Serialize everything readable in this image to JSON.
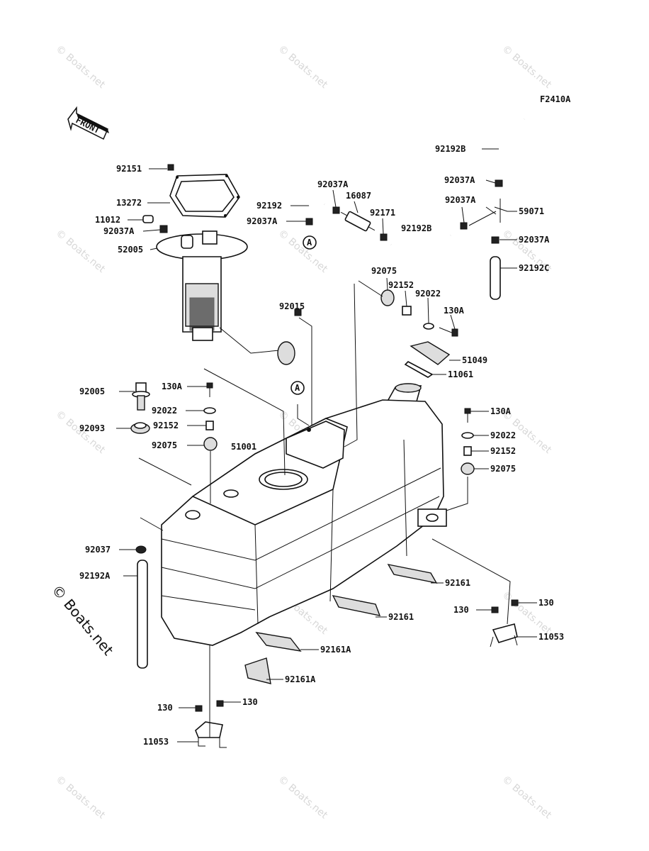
{
  "figure_code": "F2410A",
  "front_label": "FRONT",
  "watermark_text": "© Boats.net",
  "side_watermark": "© Boats.net",
  "callouts": [
    {
      "id": "92192B",
      "text": "92192B"
    },
    {
      "id": "92037A-a",
      "text": "92037A"
    },
    {
      "id": "92037A-b",
      "text": "92037A"
    },
    {
      "id": "59071",
      "text": "59071"
    },
    {
      "id": "92037A-c",
      "text": "92037A"
    },
    {
      "id": "92192C",
      "text": "92192C"
    },
    {
      "id": "92151",
      "text": "92151"
    },
    {
      "id": "13272",
      "text": "13272"
    },
    {
      "id": "11012",
      "text": "11012"
    },
    {
      "id": "92037A-d",
      "text": "92037A"
    },
    {
      "id": "52005",
      "text": "52005"
    },
    {
      "id": "92037A-e",
      "text": "92037A"
    },
    {
      "id": "92192",
      "text": "92192"
    },
    {
      "id": "16087",
      "text": "16087"
    },
    {
      "id": "92037A-f",
      "text": "92037A"
    },
    {
      "id": "92171",
      "text": "92171"
    },
    {
      "id": "92192B-b",
      "text": "92192B"
    },
    {
      "id": "A-1",
      "text": "A"
    },
    {
      "id": "92075-a",
      "text": "92075"
    },
    {
      "id": "92152-a",
      "text": "92152"
    },
    {
      "id": "92022-a",
      "text": "92022"
    },
    {
      "id": "130A-a",
      "text": "130A"
    },
    {
      "id": "92015",
      "text": "92015"
    },
    {
      "id": "51049",
      "text": "51049"
    },
    {
      "id": "11061",
      "text": "11061"
    },
    {
      "id": "92005",
      "text": "92005"
    },
    {
      "id": "130A-b",
      "text": "130A"
    },
    {
      "id": "A-2",
      "text": "A"
    },
    {
      "id": "92022-b",
      "text": "92022"
    },
    {
      "id": "92093",
      "text": "92093"
    },
    {
      "id": "92152-b",
      "text": "92152"
    },
    {
      "id": "92075-b",
      "text": "92075"
    },
    {
      "id": "51001",
      "text": "51001"
    },
    {
      "id": "130A-c",
      "text": "130A"
    },
    {
      "id": "92022-c",
      "text": "92022"
    },
    {
      "id": "92152-c",
      "text": "92152"
    },
    {
      "id": "92075-c",
      "text": "92075"
    },
    {
      "id": "92037",
      "text": "92037"
    },
    {
      "id": "92192A",
      "text": "92192A"
    },
    {
      "id": "92161-a",
      "text": "92161"
    },
    {
      "id": "130-a",
      "text": "130"
    },
    {
      "id": "130-b",
      "text": "130"
    },
    {
      "id": "11053-a",
      "text": "11053"
    },
    {
      "id": "92161-b",
      "text": "92161"
    },
    {
      "id": "92161A-a",
      "text": "92161A"
    },
    {
      "id": "92161A-b",
      "text": "92161A"
    },
    {
      "id": "130-c",
      "text": "130"
    },
    {
      "id": "130-d",
      "text": "130"
    },
    {
      "id": "11053-b",
      "text": "11053"
    }
  ]
}
